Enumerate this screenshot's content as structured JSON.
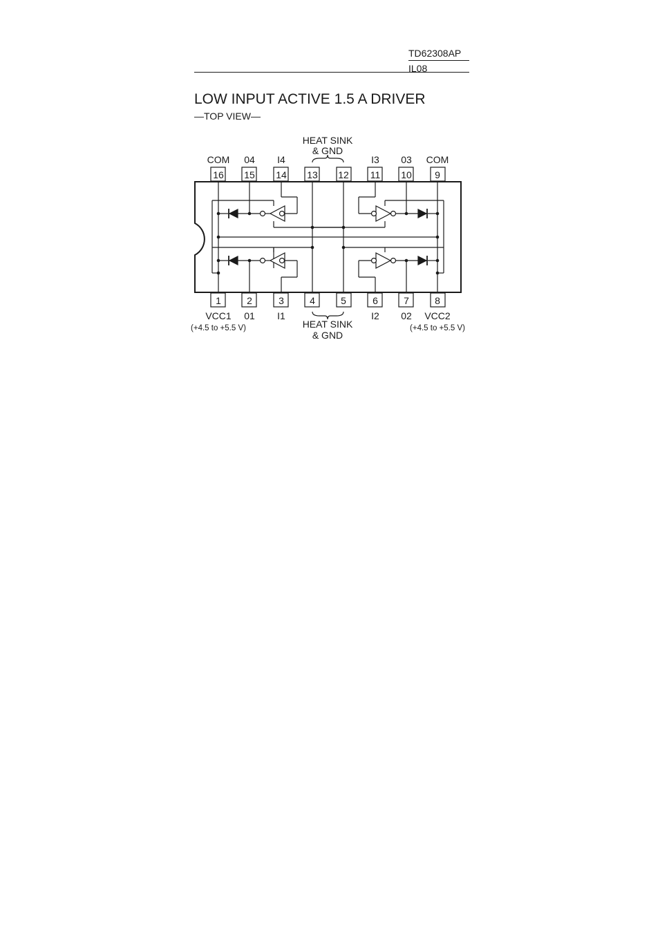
{
  "header": {
    "part_number": "TD62308AP",
    "doc_code": "IL08"
  },
  "title": "LOW INPUT ACTIVE 1.5 A DRIVER",
  "subtitle": "—TOP VIEW—",
  "top_pins": [
    {
      "number": "16",
      "label": "COM"
    },
    {
      "number": "15",
      "label": "04"
    },
    {
      "number": "14",
      "label": "I4"
    },
    {
      "number": "13",
      "label": ""
    },
    {
      "number": "12",
      "label": ""
    },
    {
      "number": "11",
      "label": "I3"
    },
    {
      "number": "10",
      "label": "03"
    },
    {
      "number": "9",
      "label": "COM"
    }
  ],
  "bottom_pins": [
    {
      "number": "1",
      "label": "VCC1"
    },
    {
      "number": "2",
      "label": "01"
    },
    {
      "number": "3",
      "label": "I1"
    },
    {
      "number": "4",
      "label": ""
    },
    {
      "number": "5",
      "label": ""
    },
    {
      "number": "6",
      "label": "I2"
    },
    {
      "number": "7",
      "label": "02"
    },
    {
      "number": "8",
      "label": "VCC2"
    }
  ],
  "heat_sink_top": {
    "line1": "HEAT SINK",
    "line2": "& GND"
  },
  "heat_sink_bottom": {
    "line1": "HEAT SINK",
    "line2": "& GND"
  },
  "vcc1_range": "(+4.5 to +5.5 V)",
  "vcc2_range": "(+4.5 to +5.5 V)"
}
